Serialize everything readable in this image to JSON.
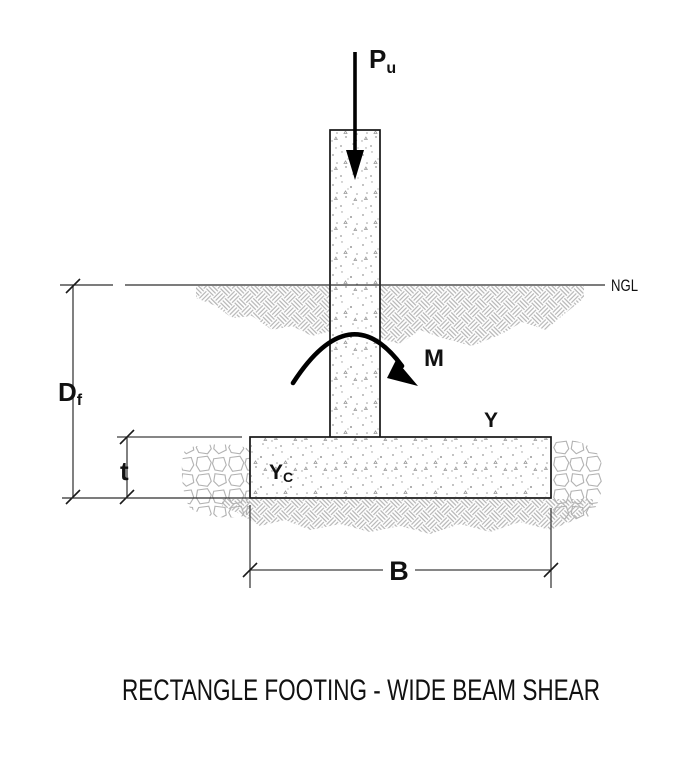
{
  "diagram": {
    "title": "RECTANGLE FOOTING - WIDE BEAM SHEAR",
    "labels": {
      "load": {
        "main": "P",
        "sub": "u"
      },
      "moment": "M",
      "ground_line": "NGL",
      "depth": {
        "main": "D",
        "sub": "f"
      },
      "thickness": "t",
      "width": "B",
      "soil_unit_weight": "Y",
      "concrete_unit_weight": {
        "main": "Y",
        "sub": "C"
      }
    },
    "colors": {
      "background": "#ffffff",
      "outline": "#161616",
      "dimension_line": "#3d3d3d",
      "soil_hatch": "#b5b5b5",
      "stipple": "#9a9a9a",
      "ngl_text": "#2f2f2f"
    }
  }
}
